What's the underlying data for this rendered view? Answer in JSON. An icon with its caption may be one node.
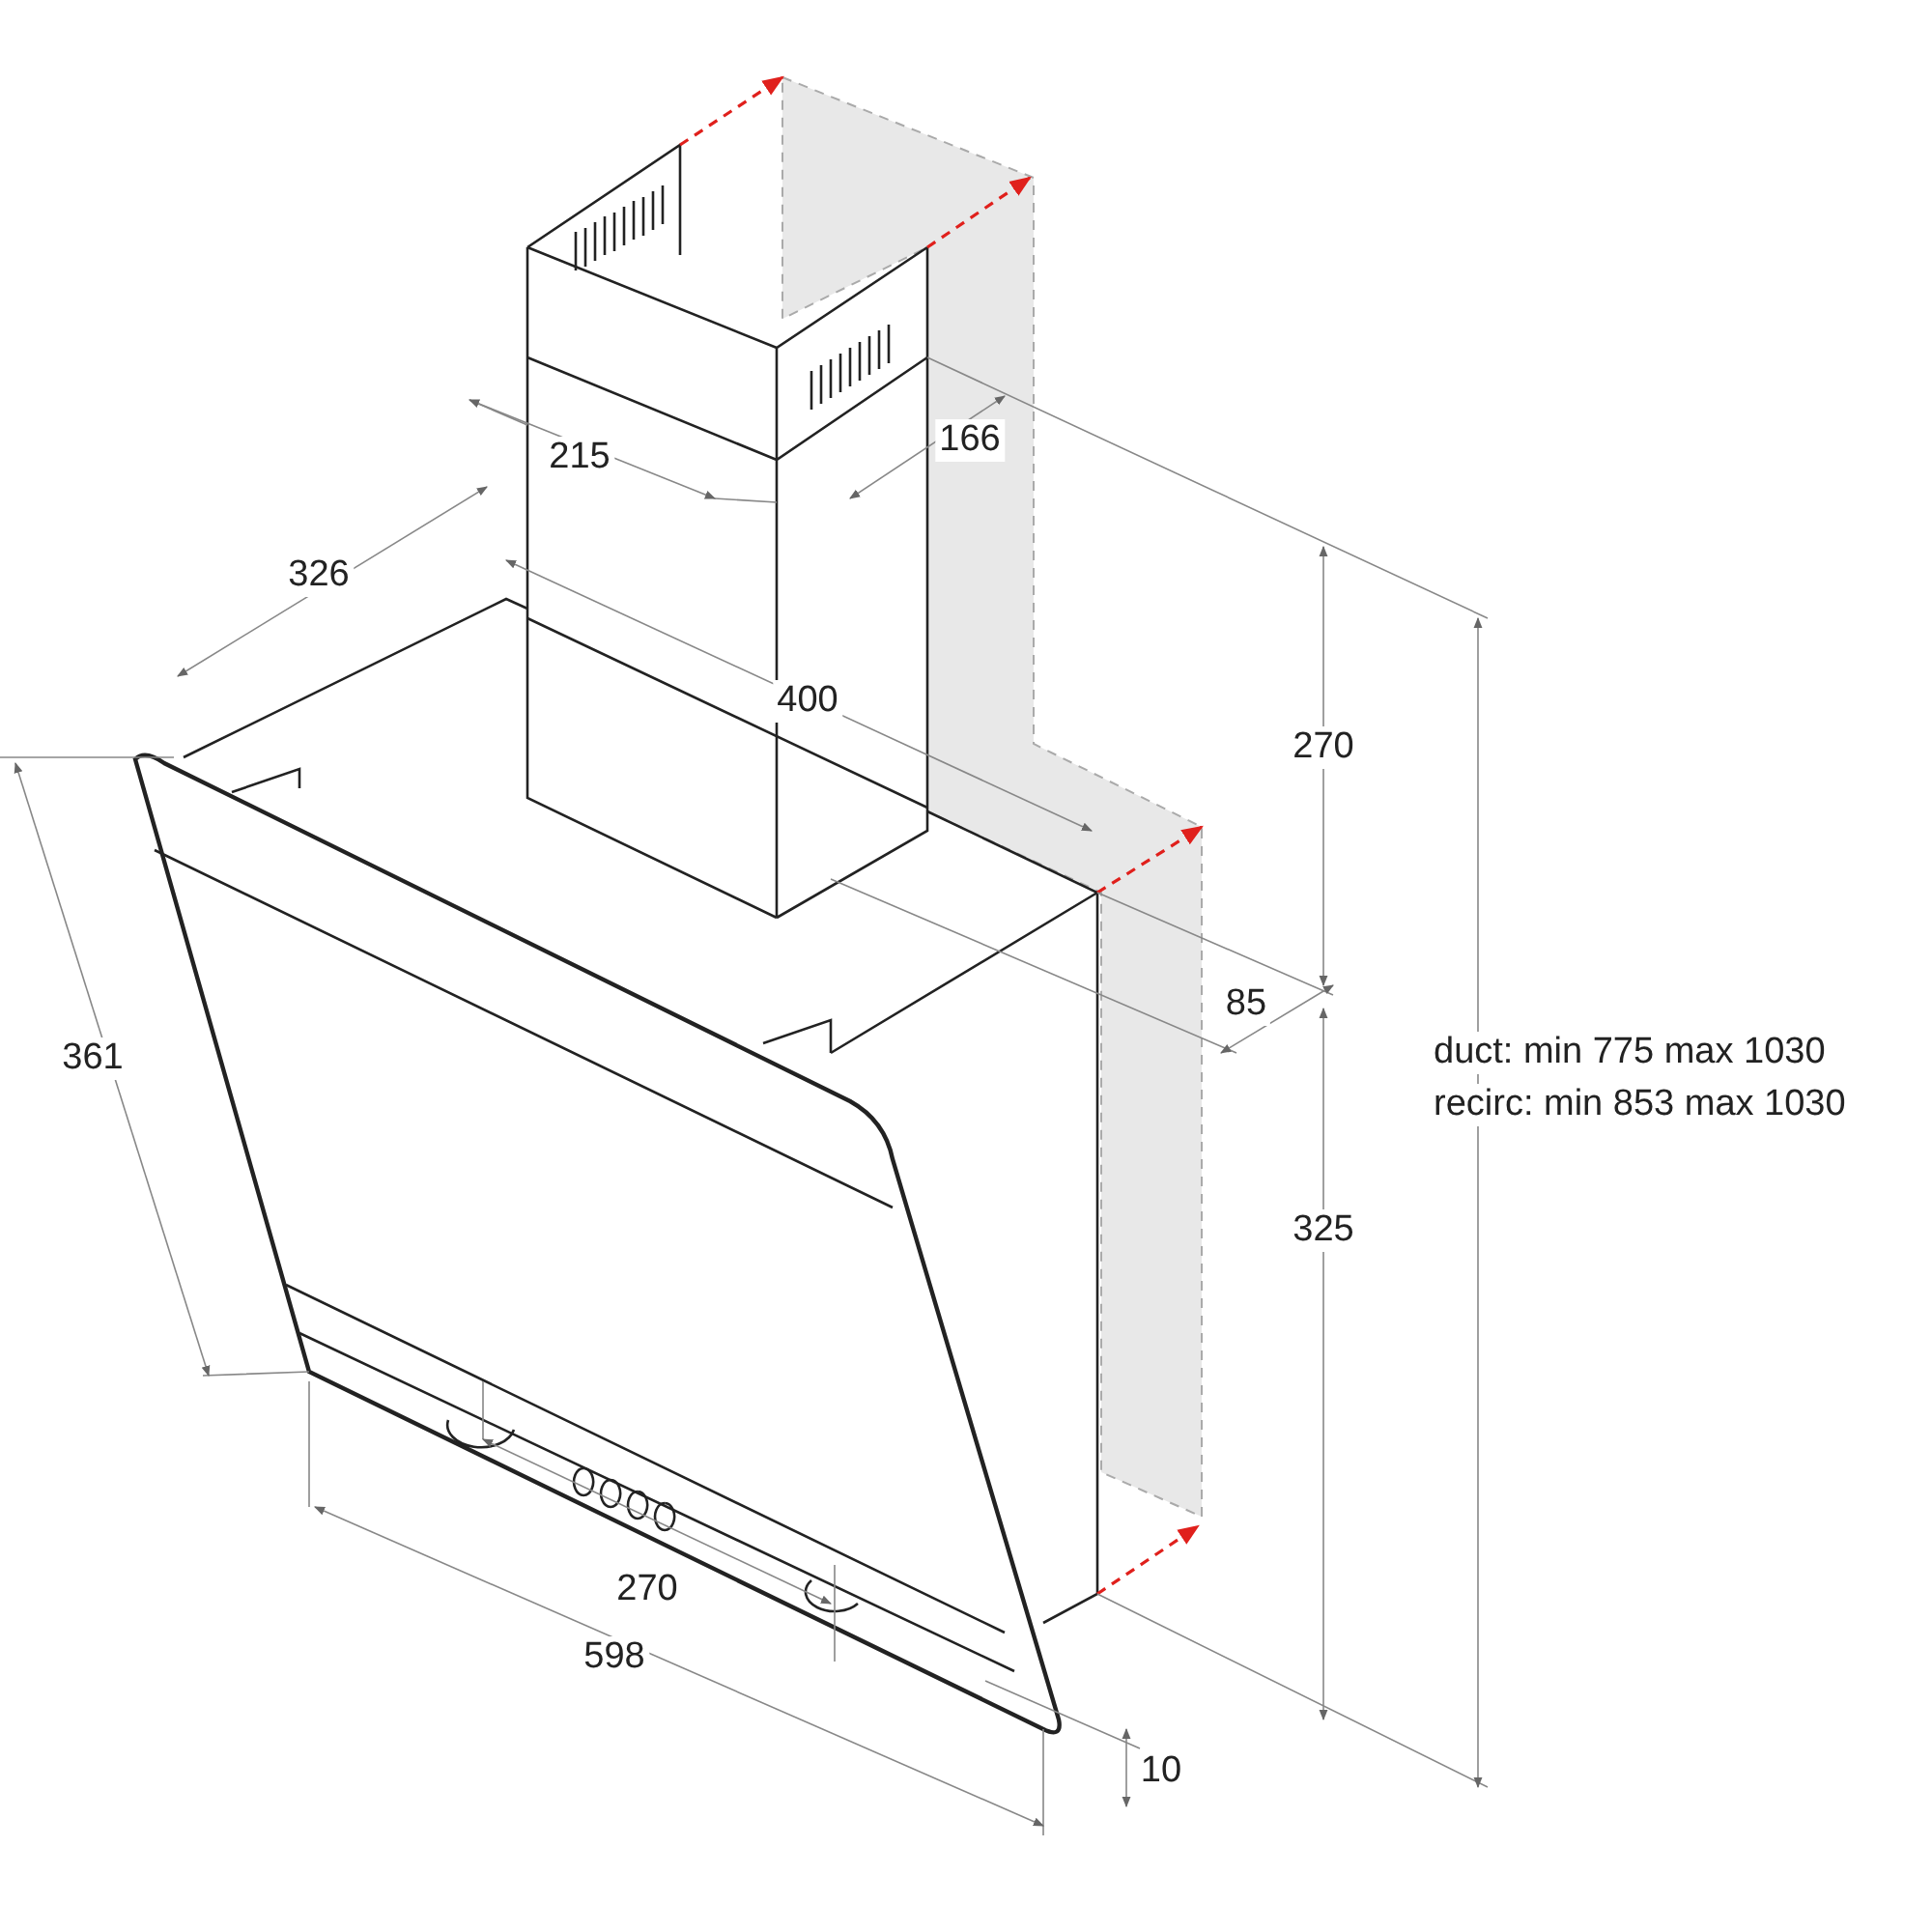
{
  "diagram": {
    "labels": [
      "215",
      "166",
      "326",
      "400",
      "270",
      "85",
      "361",
      "325",
      "duct: min 775 max 1030",
      "recirc: min 853 max 1030",
      "270",
      "598",
      "10"
    ]
  }
}
